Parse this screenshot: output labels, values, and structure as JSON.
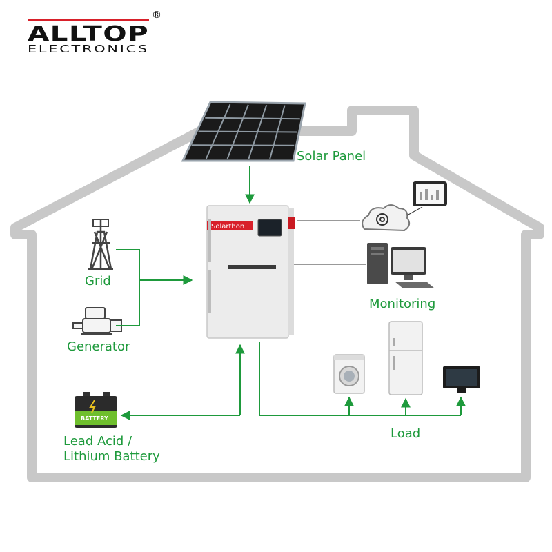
{
  "logo": {
    "line1": "ALLTOP",
    "line2": "ELECTRONICS",
    "registered": "®"
  },
  "inverter": {
    "brand": "Solarthon"
  },
  "battery": {
    "badge": "BATTERY"
  },
  "labels": {
    "solar_panel": "Solar Panel",
    "grid": "Grid",
    "generator": "Generator",
    "monitoring": "Monitoring",
    "battery_line1": "Lead Acid /",
    "battery_line2": "Lithium Battery",
    "load": "Load"
  },
  "colors": {
    "flow": "#1e9a3c",
    "logo_red": "#d8202a",
    "house": "#c8c8c8"
  }
}
